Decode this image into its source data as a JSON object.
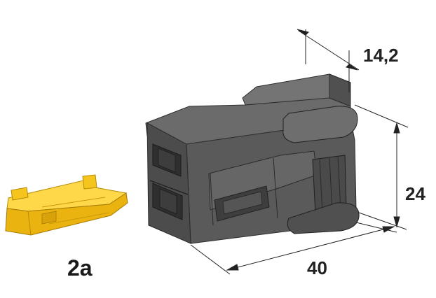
{
  "labels": {
    "part": "2a",
    "dim_depth": "14,2",
    "dim_height": "24",
    "dim_length": "40"
  },
  "colors": {
    "housing": "#5a5a5a",
    "housing_dark": "#3e3e3e",
    "housing_light": "#747474",
    "latch": "#f2c21b",
    "latch_dark": "#c99a0a",
    "dimension_line": "#222222"
  }
}
